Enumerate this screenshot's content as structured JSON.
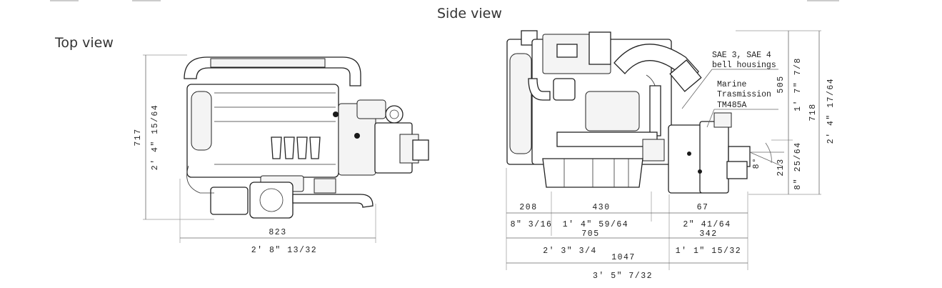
{
  "views": {
    "side_title": "Side view",
    "top_title": "Top view"
  },
  "top_view": {
    "length_mm": "823",
    "length_imp": "2' 8\" 13/32",
    "height_mm": "717",
    "height_imp": "2' 4\" 15/64"
  },
  "side_view": {
    "seg1_mm": "208",
    "seg1_imp": "8\" 3/16",
    "seg2_mm": "430",
    "seg2_imp": "1' 4\" 59/64",
    "seg3_mm": "67",
    "seg3_imp": "2\" 41/64",
    "front_mm": "705",
    "front_imp": "2' 3\" 3/4",
    "rear_mm": "342",
    "rear_imp": "1' 1\" 15/32",
    "total_mm": "1047",
    "total_imp": "3' 5\" 7/32",
    "upper_mm": "505",
    "upper_imp": "1' 7\" 7/8",
    "total_height_mm": "718",
    "total_height_imp": "2' 4\" 17/64",
    "lower_mm": "213",
    "lower_imp": "8\" 25/64",
    "angle": "8°"
  },
  "notes": {
    "bell_line1": "SAE 3, SAE 4",
    "bell_line2": "bell housings",
    "trans_line1": "Marine",
    "trans_line2": "Trasmission",
    "trans_line3": "TM485A"
  }
}
